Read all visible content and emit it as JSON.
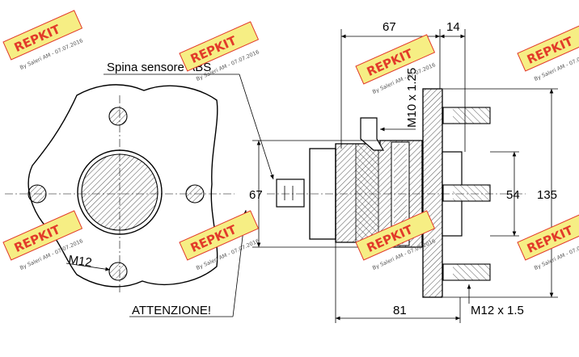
{
  "labels": {
    "abs_sensor_pin": "Spina sensore ABS",
    "attention": "ATTENZIONE!",
    "front_thread": "M12",
    "side_thread": "M10 x 1.25",
    "stud_thread": "M12 x 1.5"
  },
  "dimensions": {
    "top_width": "67",
    "top_flange": "14",
    "left_height": "67",
    "bolt_circle": "54",
    "flange_height": "135",
    "overall_length": "81"
  },
  "watermark": {
    "brand": "REPKIT",
    "byline": "By Saleri AM - 07.07.2016"
  },
  "colors": {
    "line": "#000000",
    "watermark_yellow": "#f6ee84",
    "watermark_red": "#e23a2a"
  }
}
